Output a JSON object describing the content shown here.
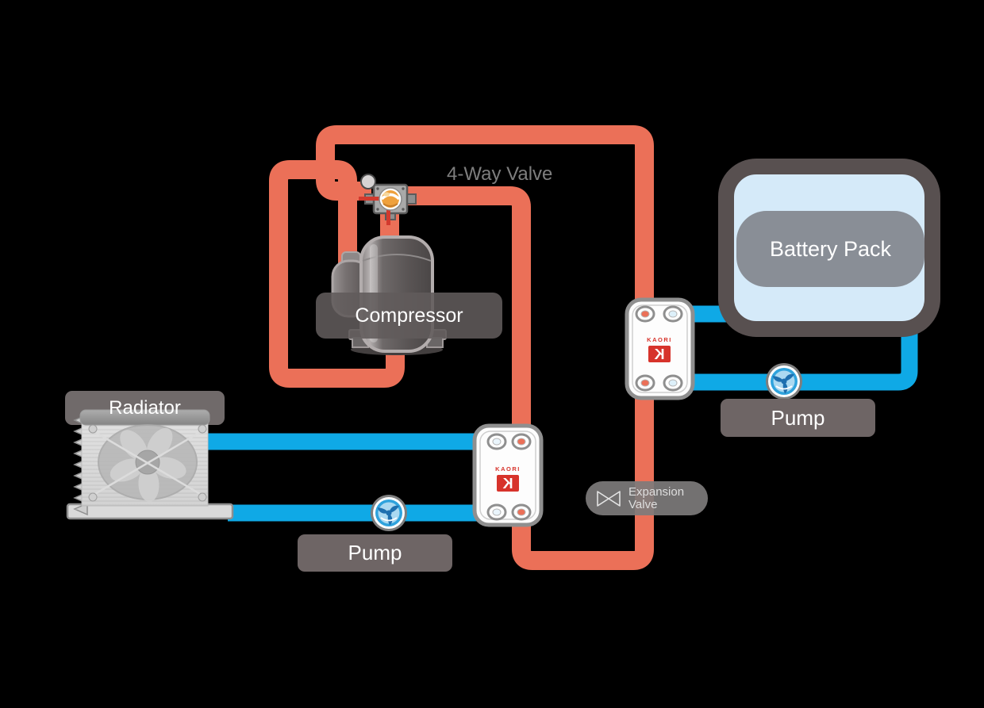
{
  "labels": {
    "four_way_valve": "4-Way Valve",
    "compressor": "Compressor",
    "battery_pack": "Battery Pack",
    "radiator": "Radiator",
    "pump_left": "Pump",
    "pump_right": "Pump",
    "expansion_valve": {
      "line1": "Expansion",
      "line2": "Valve"
    }
  },
  "brand": {
    "name": "KAORI",
    "monogram": "K"
  },
  "colors": {
    "background": "#000000",
    "hot_refrigerant_pipe": "#EB7058",
    "cold_coolant_pipe": "#0FA9E6",
    "component_label_bg": "#6E6565",
    "battery_border": "#585050",
    "battery_fill": "#D5EAF9",
    "battery_band": "#898E96",
    "kaori_logo_red": "#D7332B",
    "muted_text": "#7E7E7E",
    "valve_indicator_red": "#D23A2E"
  }
}
